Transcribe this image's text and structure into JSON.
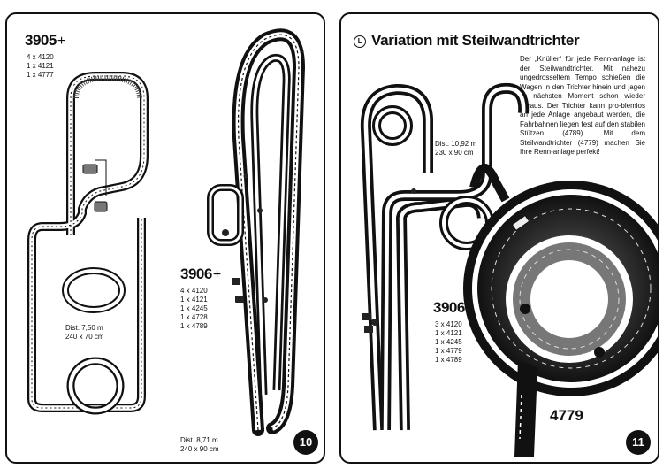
{
  "left_page": {
    "set_a": {
      "number": "3905",
      "plus": "+",
      "parts": [
        "4 x 4120",
        "1 x 4121",
        "1 x 4777"
      ],
      "distance": "Dist. 7,50 m",
      "size": "240 x 70 cm"
    },
    "set_b": {
      "number": "3906",
      "plus": "+",
      "parts": [
        "4 x 4120",
        "1 x 4121",
        "1 x 4245",
        "1 x 4728",
        "1 x 4789"
      ],
      "distance": "Dist. 8,71 m",
      "size": "240 x 90 cm"
    },
    "page_number": "10"
  },
  "right_page": {
    "title_marker": "L",
    "title": "Variation mit Steilwandtrichter",
    "description": "Der „Knüller“ für jede Renn-anlage ist der Steilwandtrichter. Mit nahezu ungedrosseltem Tempo schießen die Wagen in den Trichter hinein und jagen im nächsten Moment schon wieder heraus. Der Trichter kann pro-blemlos an jede Anlage angebaut werden, die Fahrbahnen liegen fest auf den stabilen Stützen (4789). Mit dem Steilwandtrichter (4779) machen Sie Ihre Renn-anlage perfekt!",
    "distance": "Dist. 10,92 m",
    "size": "230 x 90 cm",
    "set": {
      "number": "3906",
      "plus": "+",
      "parts": [
        "3 x 4120",
        "1 x 4121",
        "1 x 4245",
        "1 x 4779",
        "1 x 4789"
      ]
    },
    "funnel_label": "4779",
    "page_number": "11"
  }
}
